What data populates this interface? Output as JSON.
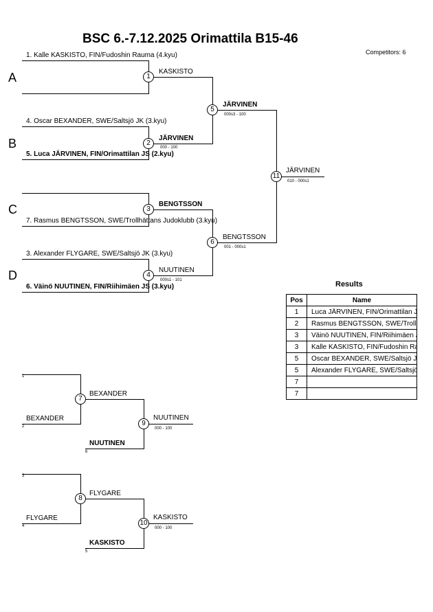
{
  "header": {
    "title": "BSC  6.-7.12.2025    Orimattila   B15-46",
    "competitors": "Competitors: 6"
  },
  "pools": [
    "A",
    "B",
    "C",
    "D"
  ],
  "entries": {
    "a1": "1. Kalle KASKISTO, FIN/Fudoshin Rauma (4.kyu)",
    "b1": "4. Oscar BEXANDER, SWE/Saltsjö JK (3.kyu)",
    "b2": "5. Luca JÄRVINEN, FIN/Orimattilan JS (2.kyu)",
    "c2": "7. Rasmus BENGTSSON, SWE/Trollhättans Judoklubb (3.kyu)",
    "d1": "3. Alexander FLYGARE, SWE/Saltsjö JK (3.kyu)",
    "d2": "6. Väinö NUUTINEN, FIN/Riihimäen JS (3.kyu)"
  },
  "matches": {
    "m1": {
      "num": "1",
      "winner": "KASKISTO",
      "score": ""
    },
    "m2": {
      "num": "2",
      "winner": "JÄRVINEN",
      "score": "000 - 100"
    },
    "m3": {
      "num": "3",
      "winner": "BENGTSSON",
      "score": ""
    },
    "m4": {
      "num": "4",
      "winner": "NUUTINEN",
      "score": "000s1 - 101"
    },
    "m5": {
      "num": "5",
      "winner": "JÄRVINEN",
      "score": "000s3 - 100"
    },
    "m6": {
      "num": "6",
      "winner": "BENGTSSON",
      "score": "001 - 000s1"
    },
    "m11": {
      "num": "11",
      "winner": "JÄRVINEN",
      "score": "010 - 000s1"
    }
  },
  "repechage": [
    {
      "seed_top": "1",
      "name_bottom": "BEXANDER",
      "seed_bottom": "2",
      "m_first": {
        "num": "7",
        "winner": "BEXANDER"
      },
      "m_second": {
        "num": "9",
        "winner": "NUUTINEN",
        "score": "000 - 100"
      },
      "opponent": "NUUTINEN",
      "opp_seed": "6"
    },
    {
      "seed_top": "3",
      "name_bottom": "FLYGARE",
      "seed_bottom": "4",
      "m_first": {
        "num": "8",
        "winner": "FLYGARE"
      },
      "m_second": {
        "num": "10",
        "winner": "KASKISTO",
        "score": "000 - 100"
      },
      "opponent": "KASKISTO",
      "opp_seed": "5"
    }
  ],
  "results": {
    "title": "Results",
    "col_pos": "Pos",
    "col_name": "Name",
    "rows": [
      {
        "pos": "1",
        "name": "Luca JÄRVINEN, FIN/Orimattilan JS"
      },
      {
        "pos": "2",
        "name": "Rasmus BENGTSSON, SWE/Trollhättans Judoklubb"
      },
      {
        "pos": "3",
        "name": "Väinö NUUTINEN, FIN/Riihimäen JS"
      },
      {
        "pos": "3",
        "name": "Kalle KASKISTO, FIN/Fudoshin Rauma"
      },
      {
        "pos": "5",
        "name": "Oscar BEXANDER, SWE/Saltsjö JK"
      },
      {
        "pos": "5",
        "name": "Alexander FLYGARE, SWE/Saltsjö JK"
      },
      {
        "pos": "7",
        "name": ""
      },
      {
        "pos": "7",
        "name": ""
      }
    ]
  }
}
